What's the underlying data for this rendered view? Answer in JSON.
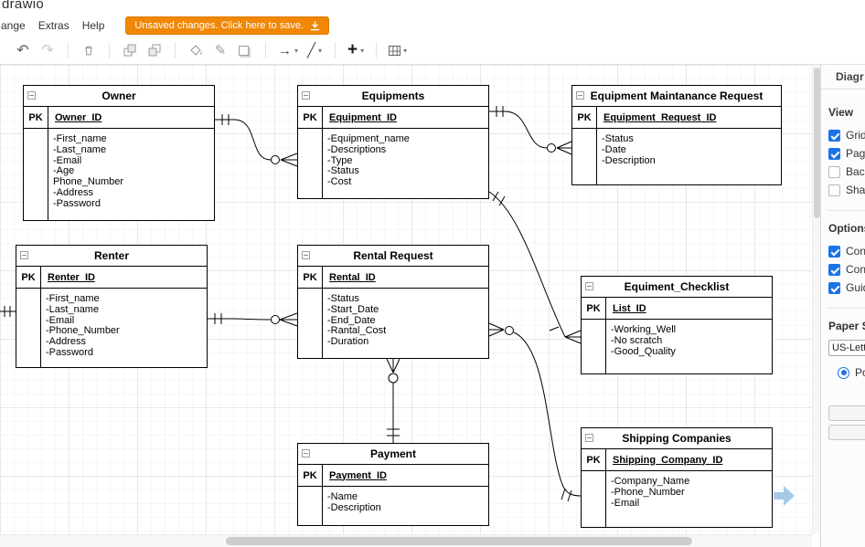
{
  "app": {
    "title": "drawio"
  },
  "menubar": {
    "items": [
      "ange",
      "Extras",
      "Help"
    ],
    "unsaved_button_label": "Unsaved changes. Click here to save."
  },
  "icons": {
    "caret": "▾"
  },
  "toolbar": {
    "buttons": [
      {
        "name": "undo",
        "glyph": "↶"
      },
      {
        "name": "redo",
        "glyph": "↷"
      },
      {
        "name": "delete"
      },
      {
        "name": "to-front"
      },
      {
        "name": "to-back"
      },
      {
        "name": "fill-color"
      },
      {
        "name": "line-color",
        "glyph": "✎"
      },
      {
        "name": "shadow"
      },
      {
        "name": "connection",
        "glyph": "→"
      },
      {
        "name": "waypoints",
        "glyph": "╱"
      },
      {
        "name": "insert",
        "glyph": "+"
      },
      {
        "name": "table"
      }
    ]
  },
  "entities": [
    {
      "title": "Owner",
      "pk_label": "PK",
      "key": "Owner_ID",
      "attributes": [
        "-First_name",
        "-Last_name",
        "-Email",
        "-Age",
        "Phone_Number",
        "-Address",
        "-Password"
      ]
    },
    {
      "title": "Equipments",
      "pk_label": "PK",
      "key": "Equipment_ID",
      "attributes": [
        "-Equipment_name",
        "-Descriptions",
        "-Type",
        "-Status",
        "-Cost"
      ]
    },
    {
      "title": "Equipment Maintanance Request",
      "pk_label": "PK",
      "key": "Equipment_Request_ID",
      "attributes": [
        "-Status",
        "-Date",
        "-Description"
      ]
    },
    {
      "title": "Renter",
      "pk_label": "PK",
      "key": "Renter_ID",
      "attributes": [
        "-First_name",
        "-Last_name",
        "-Email",
        "-Phone_Number",
        "-Address",
        "-Password"
      ]
    },
    {
      "title": "Rental Request",
      "pk_label": "PK",
      "key": "Rental_ID",
      "attributes": [
        "-Status",
        "-Start_Date",
        "-End_Date",
        "-Rantal_Cost",
        "-Duration"
      ]
    },
    {
      "title": "Equiment_Checklist",
      "pk_label": "PK",
      "key": "List_ID",
      "attributes": [
        "-Working_Well",
        "-No scratch",
        "-Good_Quality"
      ]
    },
    {
      "title": "Payment",
      "pk_label": "PK",
      "key": "Payment_ID",
      "attributes": [
        "-Name",
        "-Description"
      ]
    },
    {
      "title": "Shipping Companies",
      "pk_label": "PK",
      "key": "Shipping_Company_ID",
      "attributes": [
        "-Company_Name",
        "-Phone_Number",
        "-Email"
      ]
    }
  ],
  "relationships": [
    {
      "from": "Owner",
      "to": "Equipments",
      "from_end": "one",
      "to_end": "zero-or-many"
    },
    {
      "from": "Equipments",
      "to": "Equipment Maintanance Request",
      "from_end": "one",
      "to_end": "zero-or-many"
    },
    {
      "from": "Equipments",
      "to": "Equiment_Checklist",
      "from_end": "one",
      "to_end": "many"
    },
    {
      "from": "Renter",
      "to": "Rental Request",
      "from_end": "one",
      "to_end": "zero-or-many"
    },
    {
      "from": "Rental Request",
      "to": "Shipping Companies",
      "from_end": "zero-or-many",
      "to_end": "one"
    },
    {
      "from": "Rental Request",
      "to": "Payment",
      "from_end": "zero-or-many",
      "to_end": "one"
    },
    {
      "from": "",
      "to": "Renter",
      "from_end": "",
      "to_end": "one"
    }
  ],
  "format_panel": {
    "tab_label": "Diagr",
    "view_section": {
      "heading": "View",
      "items": [
        {
          "label": "Grid",
          "checked": true
        },
        {
          "label": "Page",
          "checked": true
        },
        {
          "label": "Backg",
          "checked": false
        },
        {
          "label": "Shad",
          "checked": false
        }
      ]
    },
    "options_section": {
      "heading": "Options",
      "items": [
        {
          "label": "Conn",
          "checked": true
        },
        {
          "label": "Conn",
          "checked": true
        },
        {
          "label": "Guide",
          "checked": true
        }
      ]
    },
    "paper_section": {
      "heading": "Paper Si",
      "size_value": "US-Lett",
      "orientation_label": "Port",
      "orientation_selected": true
    }
  },
  "colors": {
    "accent": "#1a73e8",
    "banner_bg": "#f08705",
    "entity_border": "#000000",
    "hint_arrow": "#9dc3e6"
  }
}
